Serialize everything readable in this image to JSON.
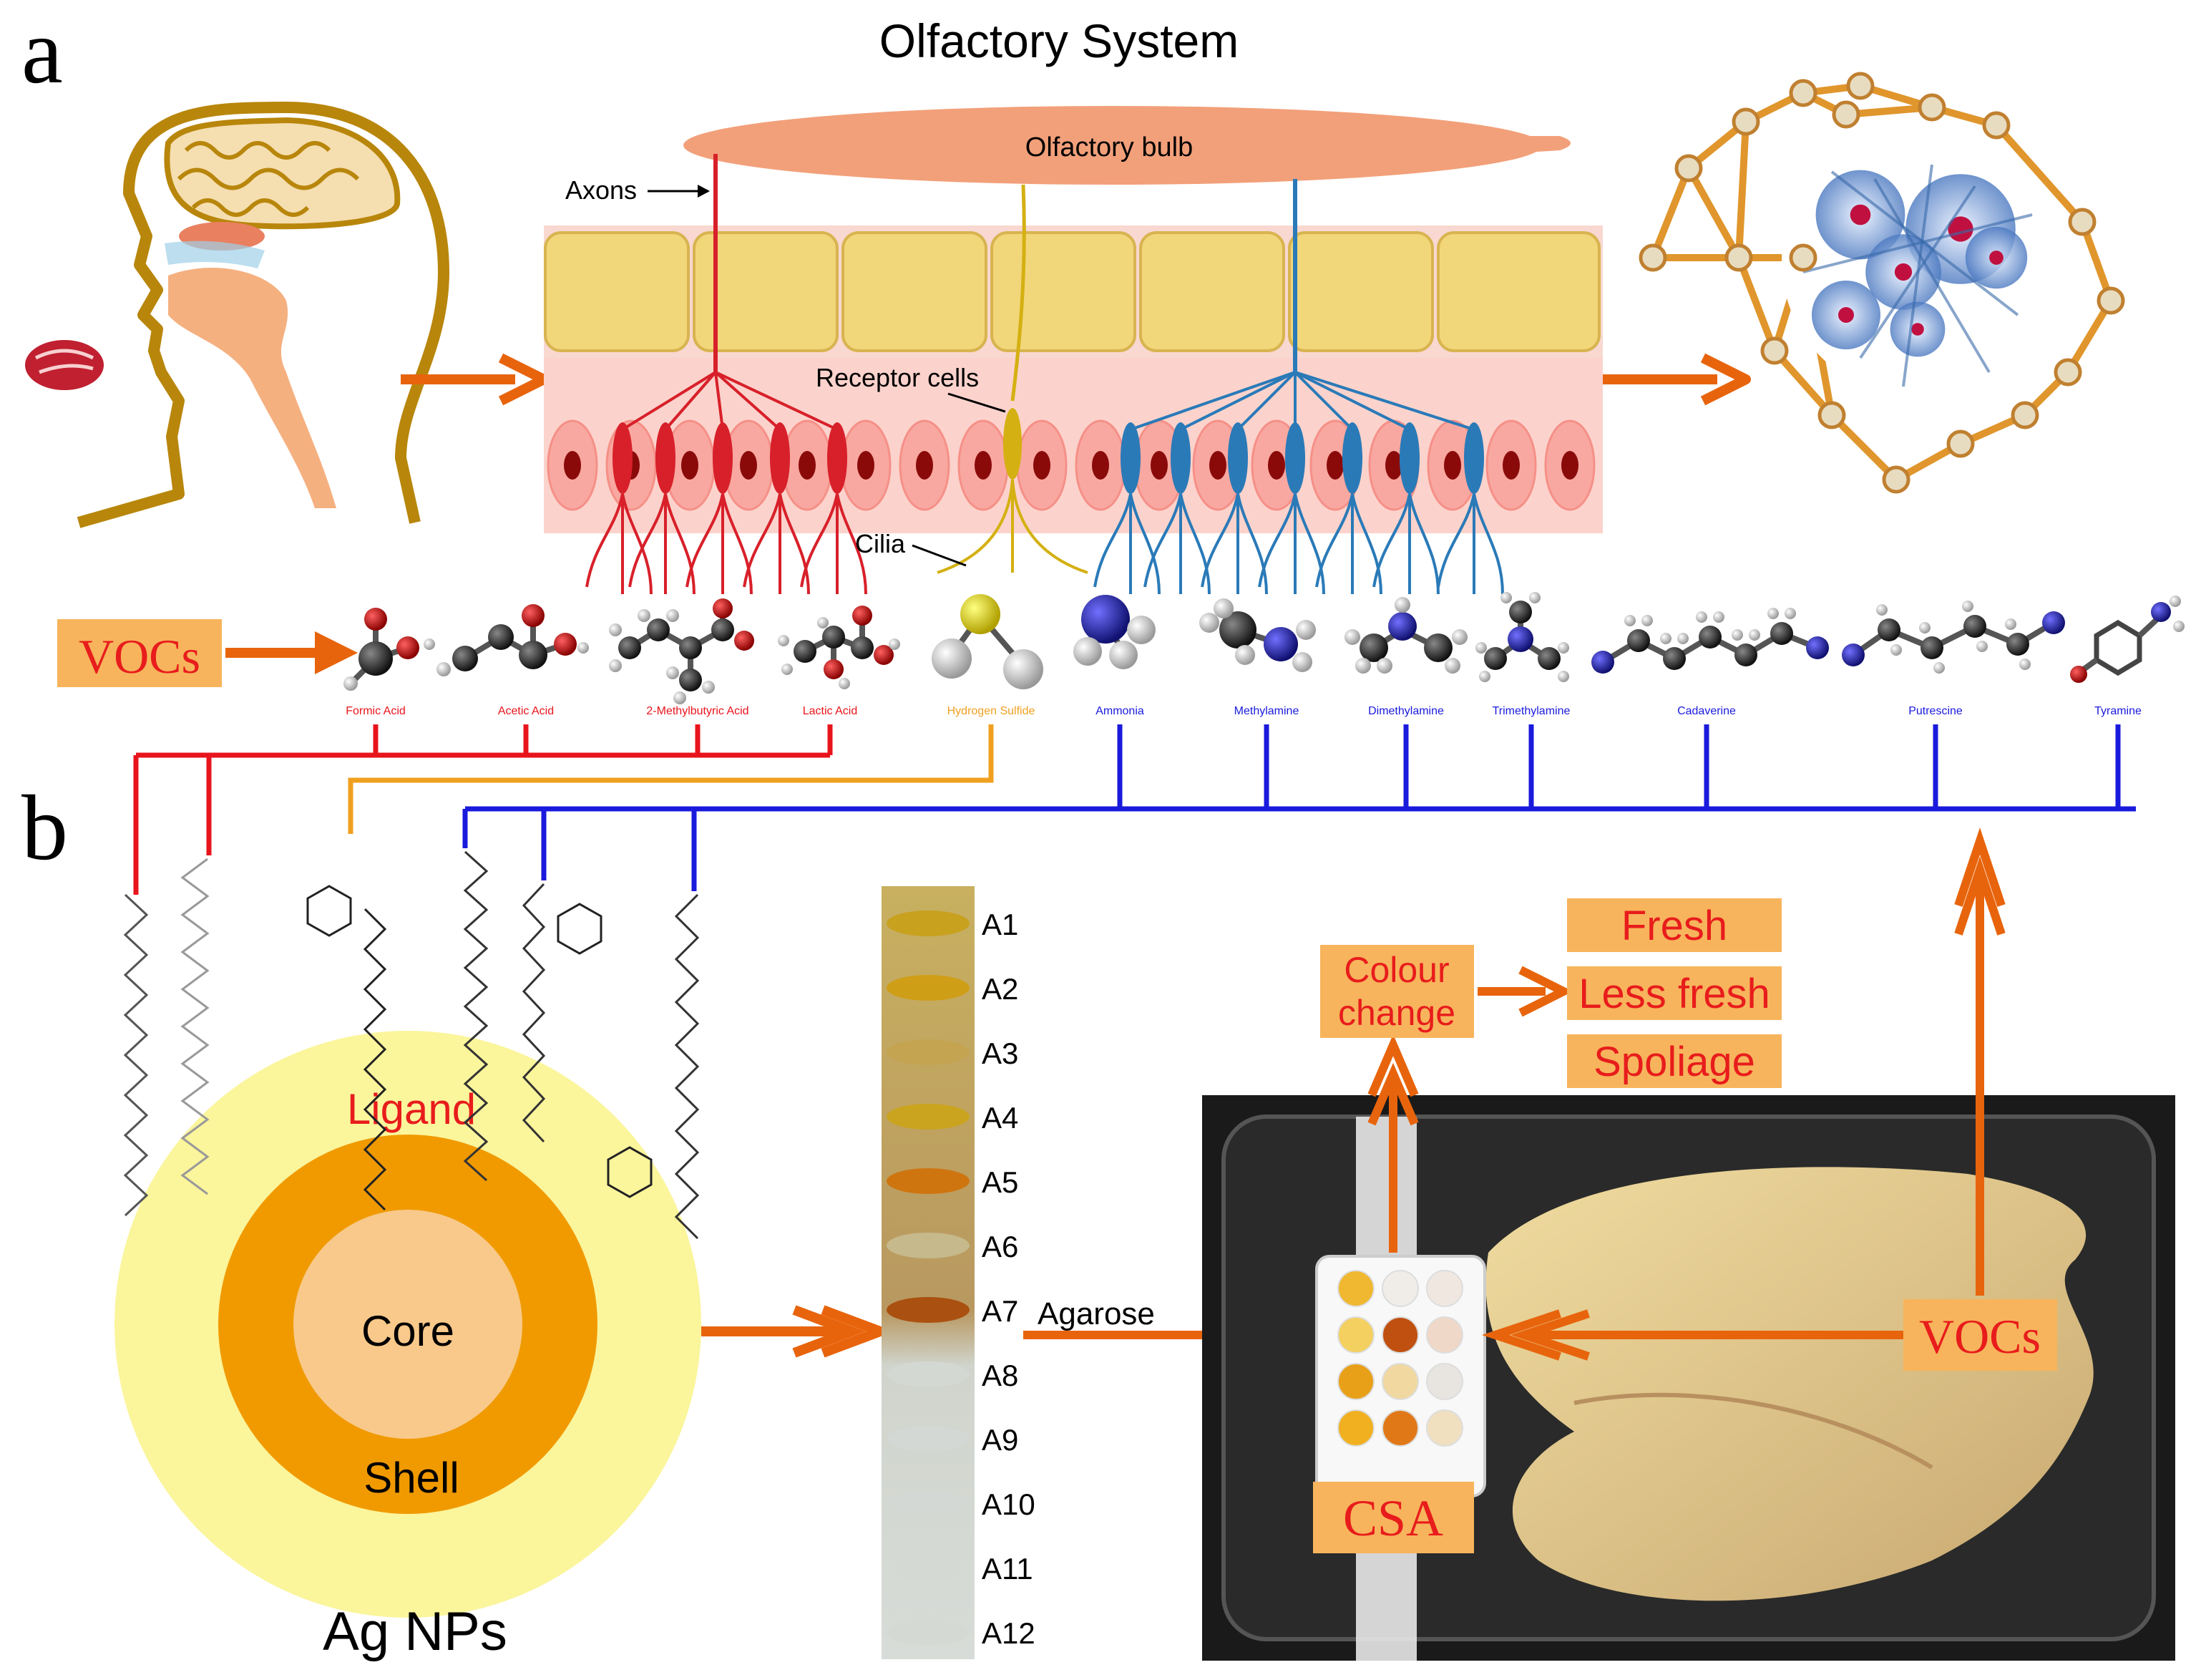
{
  "panel_labels": {
    "a": "a",
    "b": "b"
  },
  "title": "Olfactory System",
  "olfactory": {
    "bulb": "Olfactory bulb",
    "axons": "Axons",
    "receptor_cells": "Receptor cells",
    "cilia": "Cilia"
  },
  "vocs_left": "VOCs",
  "molecules": [
    {
      "name": "Formic Acid",
      "group": "acid"
    },
    {
      "name": "Acetic Acid",
      "group": "acid"
    },
    {
      "name": "2-Methylbutyric Acid",
      "group": "acid"
    },
    {
      "name": "Lactic Acid",
      "group": "acid"
    },
    {
      "name": "Hydrogen Sulfide",
      "group": "sulfide"
    },
    {
      "name": "Ammonia",
      "group": "amine"
    },
    {
      "name": "Methylamine",
      "group": "amine"
    },
    {
      "name": "Dimethylamine",
      "group": "amine"
    },
    {
      "name": "Trimethylamine",
      "group": "amine"
    },
    {
      "name": "Cadaverine",
      "group": "amine"
    },
    {
      "name": "Putrescine",
      "group": "amine"
    },
    {
      "name": "Tyramine",
      "group": "amine"
    }
  ],
  "nanoparticle": {
    "ligand": "Ligand",
    "core": "Core",
    "shell": "Shell",
    "name": "Ag NPs"
  },
  "strip_labels": [
    "A1",
    "A2",
    "A3",
    "A4",
    "A5",
    "A6",
    "A7",
    "A8",
    "A9",
    "A10",
    "A11",
    "A12"
  ],
  "agarose": "Agarose",
  "csa": "CSA",
  "vocs_right": "VOCs",
  "colour_change": [
    "Colour",
    "change"
  ],
  "freshness": [
    "Fresh",
    "Less fresh",
    "Spoliage"
  ],
  "colors": {
    "acid": "#e8141c",
    "sulfide": "#f0a020",
    "amine": "#1a1adc",
    "arrow": "#e8640c",
    "label_box": "#f7b45c",
    "label_text": "#e81c1c"
  }
}
